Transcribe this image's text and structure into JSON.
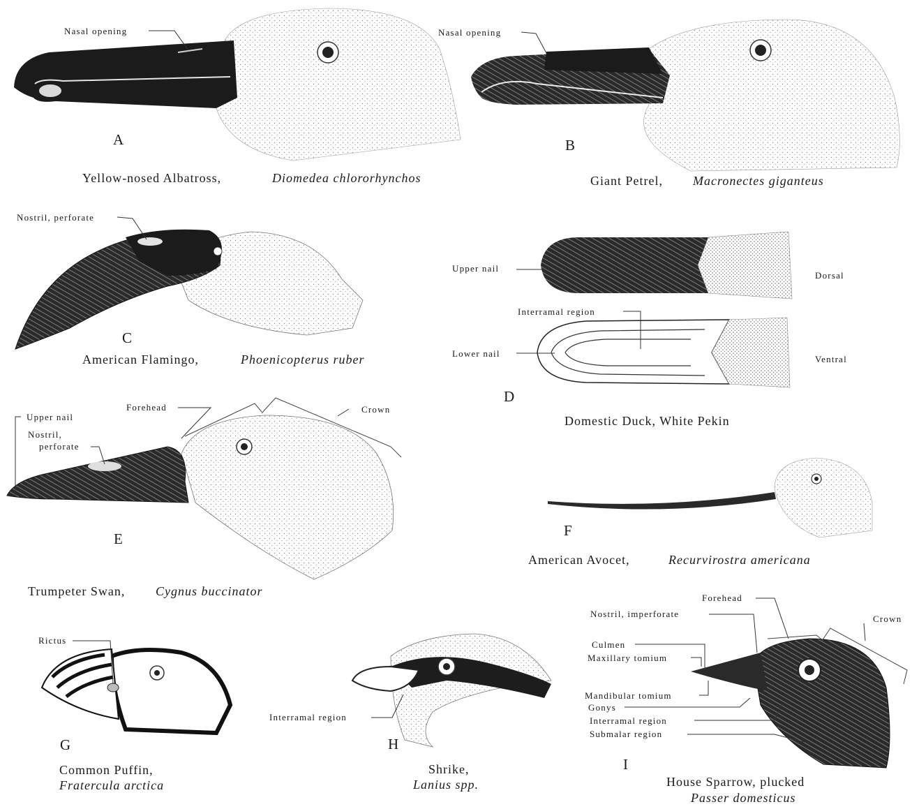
{
  "colors": {
    "ink": "#161616",
    "paper": "#ffffff",
    "stipple": "#8a8a8a"
  },
  "panels": {
    "A": {
      "letter": "A",
      "common": "Yellow-nosed Albatross,",
      "scientific": "Diomedea chlororhynchos",
      "labels": {
        "nasal_opening": "Nasal opening"
      }
    },
    "B": {
      "letter": "B",
      "common": "Giant Petrel,",
      "scientific": "Macronectes giganteus",
      "labels": {
        "nasal_opening": "Nasal opening"
      }
    },
    "C": {
      "letter": "C",
      "common": "American Flamingo,",
      "scientific": "Phoenicopterus ruber",
      "labels": {
        "nostril": "Nostril, perforate"
      }
    },
    "D": {
      "letter": "D",
      "common": "Domestic Duck, White Pekin",
      "labels": {
        "upper_nail": "Upper nail",
        "interramal": "Interramal region",
        "lower_nail": "Lower nail",
        "dorsal": "Dorsal",
        "ventral": "Ventral"
      }
    },
    "E": {
      "letter": "E",
      "common": "Trumpeter Swan,",
      "scientific": "Cygnus buccinator",
      "labels": {
        "forehead": "Forehead",
        "crown": "Crown",
        "upper_nail": "Upper nail",
        "nostril_1": "Nostril,",
        "nostril_2": "perforate"
      }
    },
    "F": {
      "letter": "F",
      "common": "American Avocet,",
      "scientific": "Recurvirostra americana"
    },
    "G": {
      "letter": "G",
      "common": "Common Puffin,",
      "scientific": "Fratercula arctica",
      "labels": {
        "rictus": "Rictus"
      }
    },
    "H": {
      "letter": "H",
      "common": "Shrike,",
      "scientific": "Lanius spp.",
      "labels": {
        "interramal": "Interramal region"
      }
    },
    "I": {
      "letter": "I",
      "common": "House Sparrow, plucked",
      "scientific": "Passer domesticus",
      "labels": {
        "forehead": "Forehead",
        "crown": "Crown",
        "nostril": "Nostril, imperforate",
        "culmen": "Culmen",
        "maxillary": "Maxillary tomium",
        "mandibular": "Mandibular tomium",
        "gonys": "Gonys",
        "interramal": "Interramal region",
        "submalar": "Submalar region"
      }
    }
  }
}
